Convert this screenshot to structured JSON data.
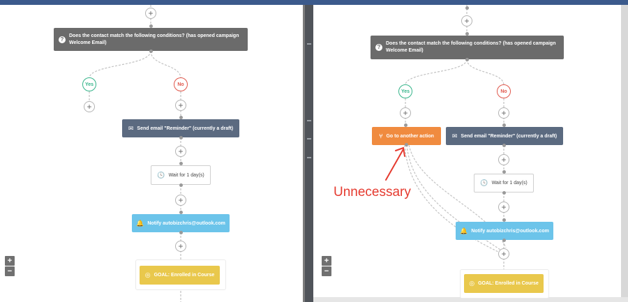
{
  "left_panel": {
    "condition_text": "Does the contact match the following conditions? (has opened campaign Welcome Email)",
    "yes_label": "Yes",
    "no_label": "No",
    "send_email": "Send email \"Reminder\" (currently a draft)",
    "wait": "Wait for 1 day(s)",
    "notify": "Notify autobizchris@outlook.com",
    "goal": "GOAL: Enrolled in Course",
    "zoom_in": "+",
    "zoom_out": "−"
  },
  "right_panel": {
    "condition_text": "Does the contact match the following conditions? (has opened campaign Welcome Email)",
    "yes_label": "Yes",
    "no_label": "No",
    "go_to_action": "Go to another action",
    "send_email": "Send email \"Reminder\" (currently a draft)",
    "wait": "Wait for 1 day(s)",
    "notify": "Notify autobizchris@outlook.com",
    "goal": "GOAL: Enrolled in Course",
    "zoom_in": "+",
    "zoom_out": "−"
  },
  "annotation": {
    "text": "Unnecessary",
    "color": "#e53a2f"
  },
  "plus_symbol": "+",
  "icons": {
    "condition": "question-icon",
    "email": "envelope-icon",
    "wait": "clock-icon",
    "notify": "bell-icon",
    "goal": "target-icon",
    "goto": "branch-icon"
  },
  "colors": {
    "condition": "#6b6b6b",
    "email": "#5b6a80",
    "notify": "#6cc4ea",
    "goal": "#e9c84c",
    "goto": "#f08b3f",
    "yes": "#35b48a",
    "no": "#e0574b"
  }
}
